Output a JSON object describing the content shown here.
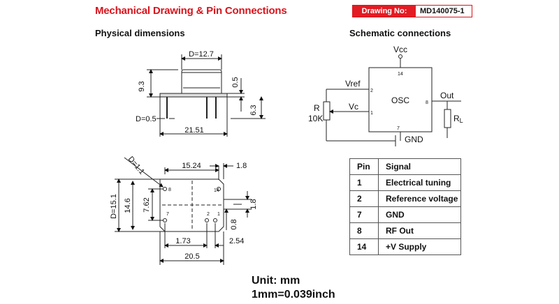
{
  "header": {
    "title": "Mechanical Drawing & Pin Connections",
    "drawing_label": "Drawing No:",
    "drawing_number": "MD140075-1",
    "accent_color": "#e31b23"
  },
  "sections": {
    "physical": "Physical dimensions",
    "schematic": "Schematic connections"
  },
  "side_view": {
    "width_top": "D=12.7",
    "height_left": "9.3",
    "flange": "0.5",
    "pin_length": "6.3",
    "pin_dia": "D=0.5",
    "base_width": "21.51"
  },
  "top_view": {
    "pad_dia": "D=1.1",
    "pin_spacing": "15.24",
    "edge": "1.8",
    "outer_height": "D=15.1",
    "body_height": "14.6",
    "row_spacing": "7.62",
    "side_edge": "1.8",
    "pin_offset": "0.8",
    "left_offset": "1.73",
    "right_offset": "2.54",
    "total_width": "20.5",
    "pin_labels": [
      "8",
      "14",
      "7",
      "2",
      "1"
    ]
  },
  "schematic": {
    "vcc": "Vcc",
    "vcc_pin": "14",
    "vref": "Vref",
    "vref_pin": "2",
    "vc": "Vc",
    "vc_pin": "1",
    "osc": "OSC",
    "out": "Out",
    "out_pin": "8",
    "gnd": "GND",
    "gnd_pin": "7",
    "r_label": "R",
    "r_value": "10K",
    "rl_main": "R",
    "rl_sub": "L"
  },
  "pin_table": {
    "headers": [
      "Pin",
      "Signal"
    ],
    "rows": [
      [
        "1",
        "Electrical tuning"
      ],
      [
        "2",
        "Reference voltage"
      ],
      [
        "7",
        "GND"
      ],
      [
        "8",
        "RF Out"
      ],
      [
        "14",
        "+V Supply"
      ]
    ]
  },
  "units": {
    "line1": "Unit: mm",
    "line2": "1mm=0.039inch"
  }
}
